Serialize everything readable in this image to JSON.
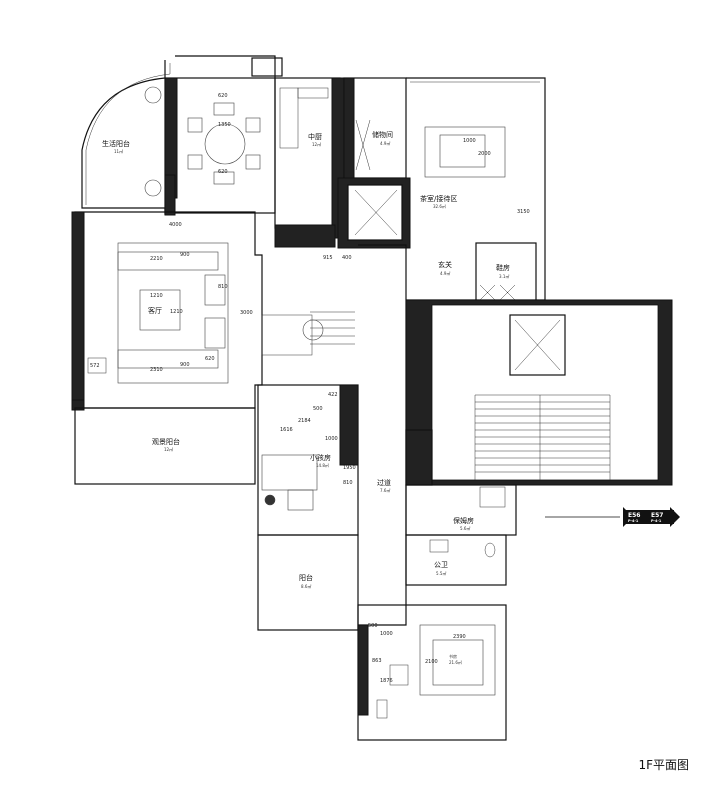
{
  "title": "1F平面图",
  "rooms": {
    "utility_balcony": {
      "name": "生活阳台",
      "area": "11㎡"
    },
    "chinese_kitchen": {
      "name": "中厨",
      "area": "12㎡"
    },
    "storage": {
      "name": "储物间",
      "area": "4.9㎡"
    },
    "tea_room": {
      "name": "茶室/接待区",
      "area": "32.6㎡"
    },
    "entry": {
      "name": "玄关",
      "area": "4.9㎡"
    },
    "shoe_room": {
      "name": "鞋房",
      "area": "3.1㎡"
    },
    "living": {
      "name": "客厅",
      "area": ""
    },
    "view_balcony": {
      "name": "观景阳台",
      "area": "12㎡"
    },
    "kids_room": {
      "name": "小孩房",
      "area": "14.8㎡"
    },
    "corridor": {
      "name": "过道",
      "area": "7.6㎡"
    },
    "nanny_room": {
      "name": "保姆房",
      "area": "5.6㎡"
    },
    "balcony": {
      "name": "阳台",
      "area": "8.6㎡"
    },
    "public_wc": {
      "name": "公卫",
      "area": "5.5㎡"
    },
    "study": {
      "name": "书房",
      "area": "21.6㎡"
    }
  },
  "dimensions": {
    "d620_top": "620",
    "d1350": "1350",
    "d620_bottom": "620",
    "d4000": "4000",
    "d2210_top": "2210",
    "d900_top": "900",
    "d1210_h": "1210",
    "d1210_v": "1210",
    "d810": "810",
    "d3000": "3000",
    "d572": "572",
    "d2310": "2310",
    "d900_bottom": "900",
    "d620_living": "620",
    "d1000_tea": "1000",
    "d2000": "2000",
    "d3150": "3150",
    "d915": "915",
    "d400": "400",
    "d422": "422",
    "d500_kid": "500",
    "d1616": "1616",
    "d2184": "2184",
    "d1000_kid": "1000",
    "d1950": "1950",
    "d810_kid": "810",
    "d500_study": "500",
    "d1000_study": "1000",
    "d2390": "2390",
    "d863": "863",
    "d2100": "2100",
    "d1876": "1876"
  },
  "markers": {
    "left": "E56",
    "left_sub": "P-4-1",
    "right": "E57",
    "right_sub": "P-4-1"
  }
}
